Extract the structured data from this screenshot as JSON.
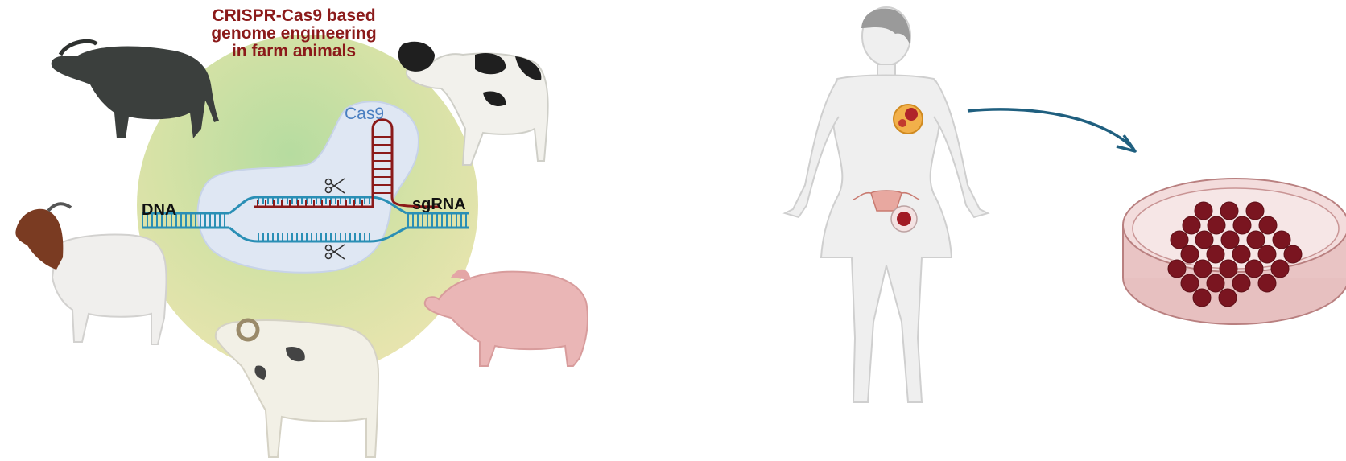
{
  "left_panel": {
    "title_lines": [
      "CRISPR-Cas9 based",
      "genome engineering",
      "in farm animals"
    ],
    "labels": {
      "dna": "DNA",
      "sgrna": "sgRNA",
      "cas9": "Cas9"
    },
    "animals": [
      "buffalo",
      "cow",
      "goat",
      "pig",
      "sheep"
    ]
  },
  "right_panel": {
    "figures": [
      "female-body",
      "breast-tumor",
      "ovarian-tumor",
      "flow-arrow",
      "petri-dish-cells"
    ]
  },
  "colors": {
    "title": "#8b1a1a",
    "dna_strand": "#2a8fb5",
    "rna_strand": "#8b1a1a",
    "cas9_label": "#4a7fc1",
    "arrow": "#1f5f7f",
    "cells": "#7a1520",
    "dish": "#e9c4c4"
  }
}
